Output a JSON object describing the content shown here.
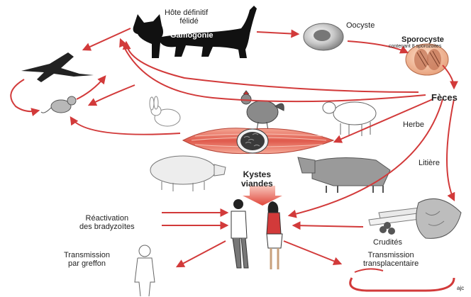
{
  "labels": {
    "host": "Hôte définitif",
    "felid": "félidé",
    "gamogony": "Gamogonie",
    "oocyst": "Oocyste",
    "sporocyst": "Sporocyste",
    "sporocyst_sub": "contenant 8 sporozoites",
    "feces": "Fèces",
    "grass": "Herbe",
    "litter": "Litière",
    "cysts_line1": "Kystes",
    "cysts_line2": "viandes",
    "reactivation_line1": "Réactivation",
    "reactivation_line2": "des bradyzoïtes",
    "crudites": "Crudités",
    "graft_line1": "Transmission",
    "graft_line2": "par greffon",
    "transplacental_line1": "Transmission",
    "transplacental_line2": "transplacentaire",
    "corner": "ajc"
  },
  "colors": {
    "arrow": "#d23a3a",
    "muscle": "#e2796c",
    "big_arrow": "#e85a4a",
    "silhouette": "#111111"
  }
}
